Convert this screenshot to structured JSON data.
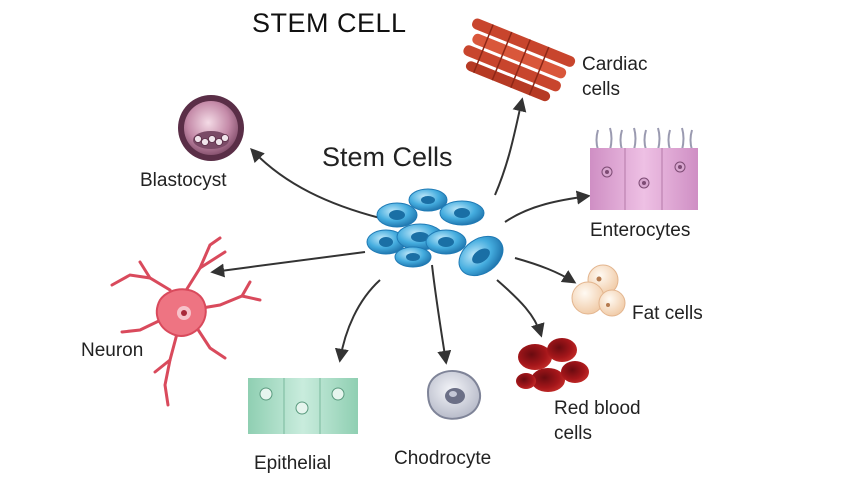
{
  "diagram": {
    "title": "STEM CELL",
    "center_label": "Stem Cells",
    "nodes": [
      {
        "id": "cardiac",
        "lines": [
          "Cardiac",
          "cells"
        ],
        "icon": "cardiac-cells-icon"
      },
      {
        "id": "enterocytes",
        "lines": [
          "Enterocytes"
        ],
        "icon": "enterocytes-icon"
      },
      {
        "id": "fat",
        "lines": [
          "Fat cells"
        ],
        "icon": "fat-cells-icon"
      },
      {
        "id": "rbc",
        "lines": [
          "Red blood",
          "cells"
        ],
        "icon": "red-blood-cells-icon"
      },
      {
        "id": "chodrocyte",
        "lines": [
          "Chodrocyte"
        ],
        "icon": "chodrocyte-icon"
      },
      {
        "id": "epithelial",
        "lines": [
          "Epithelial"
        ],
        "icon": "epithelial-icon"
      },
      {
        "id": "neuron",
        "lines": [
          "Neuron"
        ],
        "icon": "neuron-icon"
      },
      {
        "id": "blastocyst",
        "lines": [
          "Blastocyst"
        ],
        "icon": "blastocyst-icon"
      }
    ]
  },
  "colors": {
    "stem_blue": "#3fa9dc",
    "cardiac_red": "#c8452d",
    "enterocyte_pink": "#d9a3cf",
    "fat_cream": "#f6dcc4",
    "rbc_red": "#a4161a",
    "chondro_gray": "#b9bcc8",
    "epithelial_green": "#a8d8c2",
    "neuron_pink": "#ec6b7a",
    "blastocyst_purple": "#6e3b58",
    "arrow": "#333333"
  }
}
